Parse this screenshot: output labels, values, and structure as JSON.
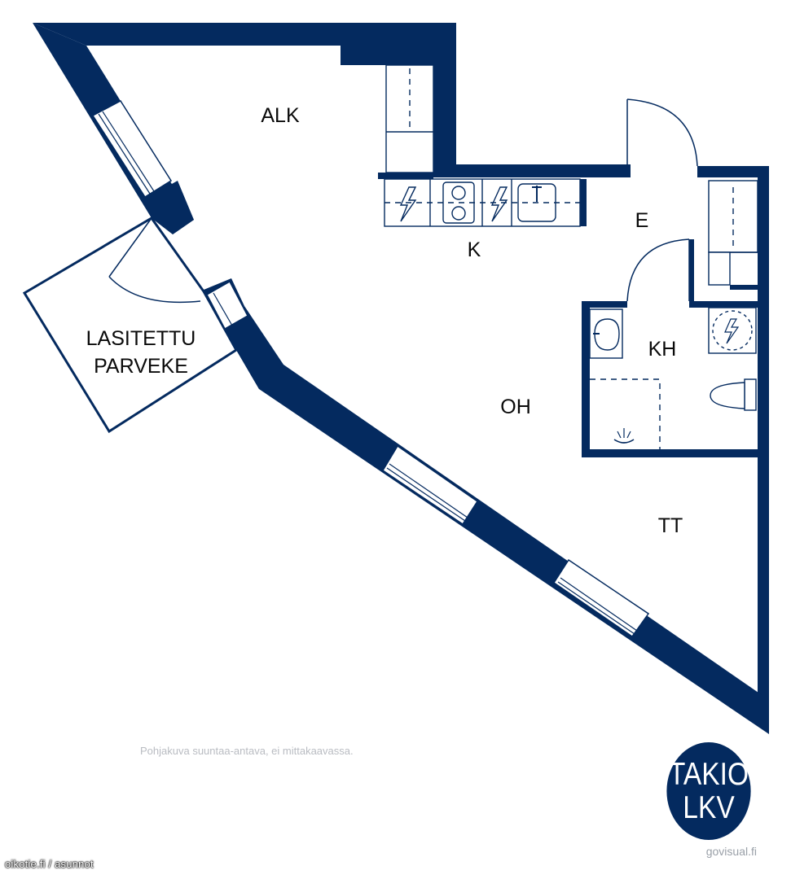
{
  "rooms": {
    "alk": "ALK",
    "k": "K",
    "e": "E",
    "kh": "KH",
    "oh": "OH",
    "tt": "TT",
    "balcony_line1": "LASITETTU",
    "balcony_line2": "PARVEKE"
  },
  "disclaimer": "Pohjakuva suuntaa-antava, ei mittakaavassa.",
  "logo": {
    "line1": "TAKIO",
    "line2": "LKV"
  },
  "credits": {
    "left": "oikotie.fi / asunnot",
    "right": "govisual.fi"
  },
  "colors": {
    "wall": "#042a5f",
    "background": "#ffffff"
  },
  "icons": [
    "electric-outlet-icon",
    "stove-icon",
    "sink-icon",
    "washbasin-icon",
    "shower-icon",
    "toilet-icon",
    "floor-drain-icon"
  ]
}
